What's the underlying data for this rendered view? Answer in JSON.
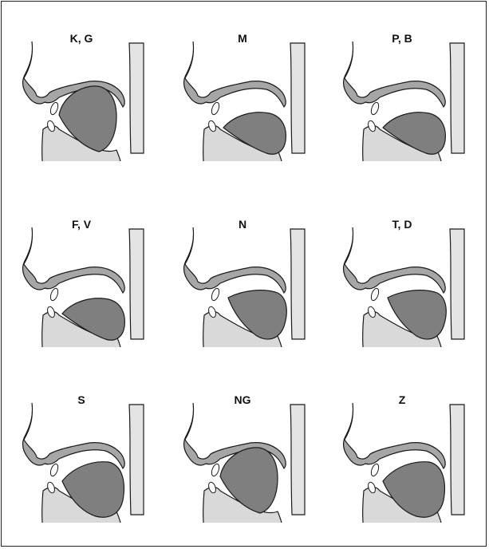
{
  "colors": {
    "palate": "#a6a6a6",
    "tongue": "#7f7f7f",
    "jaw": "#d9d9d9",
    "pharynx_wall": "#e4e4e4",
    "teeth": "#ffffff",
    "stroke": "#1a1a1a"
  },
  "panels": [
    {
      "label": "K, G",
      "tongue_shape": "back-raised"
    },
    {
      "label": "M",
      "tongue_shape": "low"
    },
    {
      "label": "P, B",
      "tongue_shape": "low"
    },
    {
      "label": "F, V",
      "tongue_shape": "low"
    },
    {
      "label": "N",
      "tongue_shape": "front-raised"
    },
    {
      "label": "T, D",
      "tongue_shape": "front-raised"
    },
    {
      "label": "S",
      "tongue_shape": "mid-raised"
    },
    {
      "label": "NG",
      "tongue_shape": "back-raised"
    },
    {
      "label": "Z",
      "tongue_shape": "mid-raised"
    }
  ]
}
